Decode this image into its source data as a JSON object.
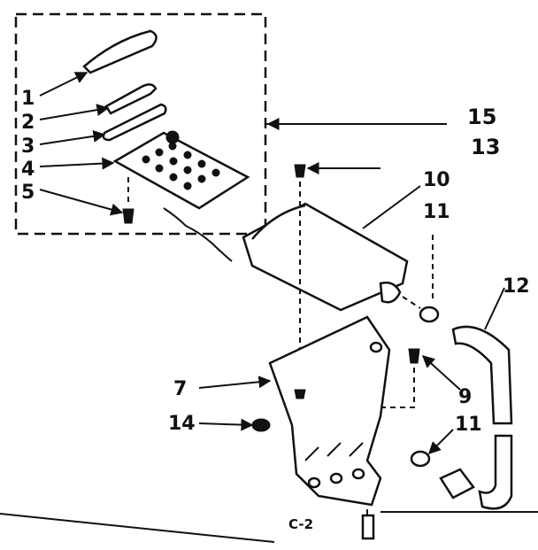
{
  "callouts": {
    "c1": "1",
    "c2": "2",
    "c3": "3",
    "c4": "4",
    "c5": "5",
    "c7": "7",
    "c9": "9",
    "c10": "10",
    "c11a": "11",
    "c11b": "11",
    "c12": "12",
    "c13": "13",
    "c14": "14",
    "c15": "15"
  },
  "caption": "C-2"
}
